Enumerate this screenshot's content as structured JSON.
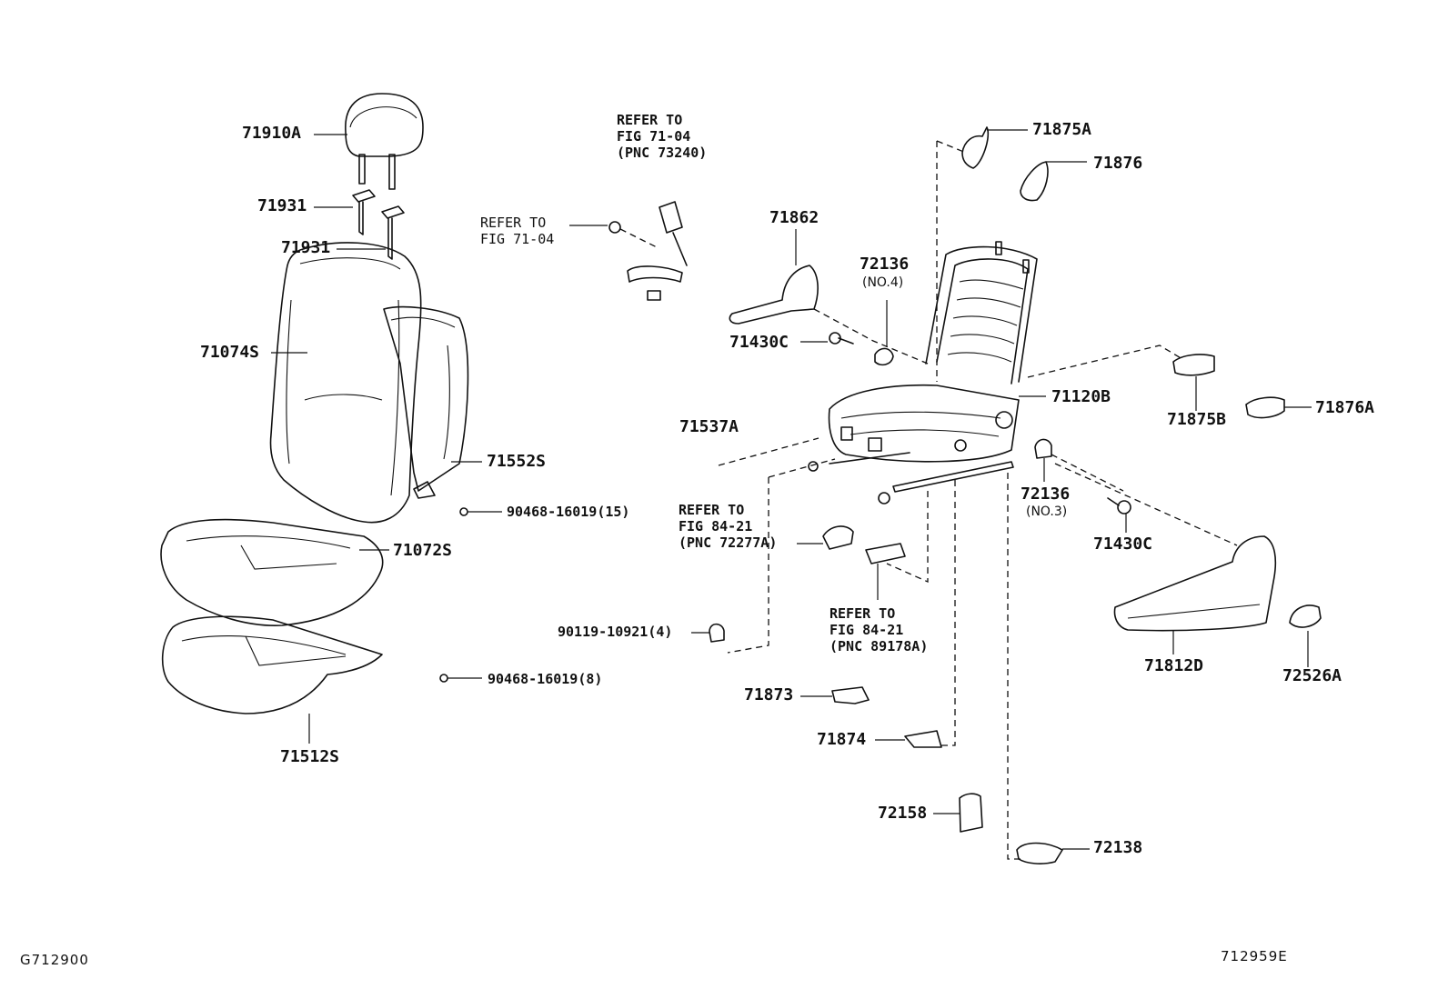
{
  "diagram": {
    "figure_code": "G712900",
    "drawing_number": "712959E",
    "parts": {
      "p71910A": "71910A",
      "p71931a": "71931",
      "p71931b": "71931",
      "p71074S": "71074S",
      "p71552S": "71552S",
      "p90468_15": "90468-16019(15)",
      "p71072S": "71072S",
      "p90468_8": "90468-16019(8)",
      "p71512S": "71512S",
      "p90119": "90119-10921(4)",
      "p71862": "71862",
      "p71430C_a": "71430C",
      "p72136_a": "72136",
      "p72136_a_note": "(NO.4)",
      "p71875A": "71875A",
      "p71876": "71876",
      "p71120B": "71120B",
      "p71537A": "71537A",
      "p71875B": "71875B",
      "p71876A": "71876A",
      "p72136_b": "72136",
      "p72136_b_note": "(NO.3)",
      "p71430C_b": "71430C",
      "p71812D": "71812D",
      "p72526A": "72526A",
      "p71873": "71873",
      "p71874": "71874",
      "p72158": "72158",
      "p72138": "72138"
    },
    "refs": {
      "belt": [
        "REFER TO",
        "FIG 71-04",
        "(PNC 73240)"
      ],
      "anchor": [
        "REFER TO",
        "FIG 71-04"
      ],
      "pnc72277": [
        "REFER TO",
        "FIG 84-21",
        "(PNC 72277A)"
      ],
      "pnc89178": [
        "REFER TO",
        "FIG 84-21",
        "(PNC 89178A)"
      ]
    }
  }
}
